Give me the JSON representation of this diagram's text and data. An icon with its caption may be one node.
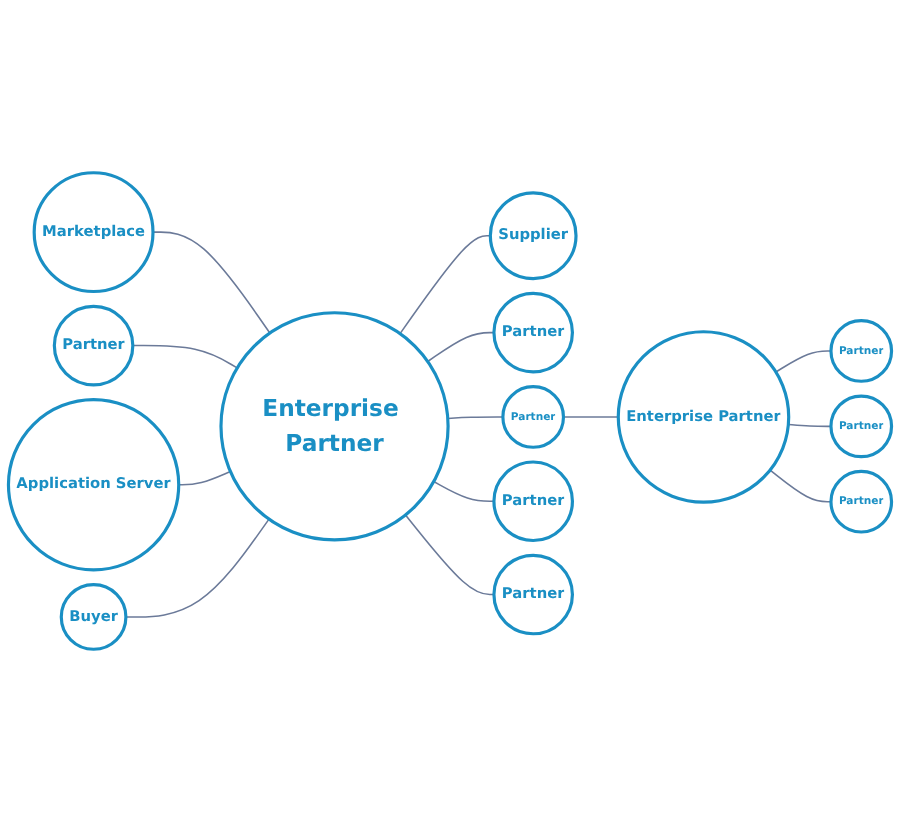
{
  "diagram": {
    "nodes": [
      {
        "text": [
          "Supplier"
        ]
      },
      {
        "text": [
          "Marketplace"
        ]
      },
      {
        "text": [
          "Partner"
        ]
      },
      {
        "text": [
          "Partner"
        ]
      },
      {
        "text": [
          "Partner"
        ]
      },
      {
        "text": [
          "Enterprise Partner"
        ]
      },
      {
        "text": [
          "Partner"
        ]
      },
      {
        "text": [
          "Enterprise Partner"
        ]
      },
      {
        "text": [
          "Partner"
        ]
      },
      {
        "text": [
          "Partner"
        ]
      },
      {
        "text": [
          "Application Server"
        ]
      },
      {
        "text": [
          "Partner"
        ]
      },
      {
        "text": [
          "Buyer"
        ]
      },
      {
        "text": [
          "Partner"
        ]
      }
    ],
    "edges": [
      {
        "from": 1,
        "to": 5,
        "arrow": "none"
      },
      {
        "from": 4,
        "to": 5,
        "arrow": "none"
      },
      {
        "from": 10,
        "to": 5,
        "arrow": "none"
      },
      {
        "from": 12,
        "to": 5,
        "arrow": "none"
      },
      {
        "from": 5,
        "to": 0,
        "arrow": "none"
      },
      {
        "from": 5,
        "to": 2,
        "arrow": "none"
      },
      {
        "from": 5,
        "to": 6,
        "arrow": "none"
      },
      {
        "from": 5,
        "to": 11,
        "arrow": "none"
      },
      {
        "from": 5,
        "to": 13,
        "arrow": "none"
      },
      {
        "from": 6,
        "to": 7,
        "arrow": "none"
      },
      {
        "from": 7,
        "to": 3,
        "arrow": "none"
      },
      {
        "from": 7,
        "to": 8,
        "arrow": "none"
      },
      {
        "from": 7,
        "to": 9,
        "arrow": "none"
      }
    ]
  }
}
